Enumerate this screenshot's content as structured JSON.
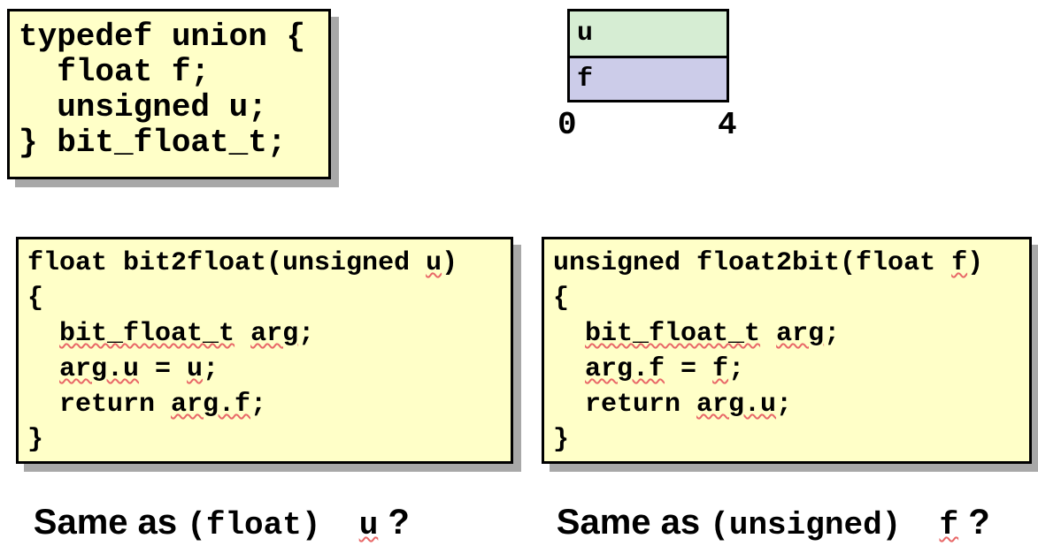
{
  "colors": {
    "slide_background": "#FFFFFF",
    "code_box_fill": "#FFFFC8",
    "code_box_border": "#000000",
    "drop_shadow": "#A8A8A8",
    "mem_row_u_fill": "#D6EDD3",
    "mem_row_f_fill": "#CCCCE9",
    "squiggle_red": "#E86868",
    "text": "#000000"
  },
  "typedef_box": {
    "lines": [
      [
        {
          "t": "typedef union {"
        }
      ],
      [
        {
          "t": "  float f;"
        }
      ],
      [
        {
          "t": "  unsigned u;"
        }
      ],
      [
        {
          "t": "} bit_float_t;"
        }
      ]
    ]
  },
  "memory_diagram": {
    "rows": [
      {
        "label": "u",
        "fill": "#D6EDD3"
      },
      {
        "label": "f",
        "fill": "#CCCCE9"
      }
    ],
    "start_offset": "0",
    "end_offset": "4"
  },
  "bit2float_box": {
    "lines": [
      [
        {
          "t": "float bit2float(unsigned "
        },
        {
          "t": "u",
          "s": true
        },
        {
          "t": ")"
        }
      ],
      [
        {
          "t": "{"
        }
      ],
      [
        {
          "t": "  "
        },
        {
          "t": "bit_float_t",
          "s": true
        },
        {
          "t": " "
        },
        {
          "t": "arg",
          "s": true
        },
        {
          "t": ";"
        }
      ],
      [
        {
          "t": "  "
        },
        {
          "t": "arg.u",
          "s": true
        },
        {
          "t": " = "
        },
        {
          "t": "u",
          "s": true
        },
        {
          "t": ";"
        }
      ],
      [
        {
          "t": "  return "
        },
        {
          "t": "arg.f",
          "s": true
        },
        {
          "t": ";"
        }
      ],
      [
        {
          "t": "}"
        }
      ]
    ]
  },
  "float2bit_box": {
    "lines": [
      [
        {
          "t": "unsigned float2bit(float "
        },
        {
          "t": "f",
          "s": true
        },
        {
          "t": ")"
        }
      ],
      [
        {
          "t": "{"
        }
      ],
      [
        {
          "t": "  "
        },
        {
          "t": "bit_float_t",
          "s": true
        },
        {
          "t": " "
        },
        {
          "t": "arg",
          "s": true
        },
        {
          "t": ";"
        }
      ],
      [
        {
          "t": "  "
        },
        {
          "t": "arg.f",
          "s": true
        },
        {
          "t": " = "
        },
        {
          "t": "f",
          "s": true
        },
        {
          "t": ";"
        }
      ],
      [
        {
          "t": "  return "
        },
        {
          "t": "arg.u",
          "s": true
        },
        {
          "t": ";"
        }
      ],
      [
        {
          "t": "}"
        }
      ]
    ]
  },
  "captions": {
    "left": {
      "prefix": "Same as ",
      "code": "(float)  ",
      "variable": "u",
      "suffix": " ?"
    },
    "right": {
      "prefix": "Same as ",
      "code": "(unsigned)  ",
      "variable": "f",
      "suffix": " ?"
    }
  }
}
